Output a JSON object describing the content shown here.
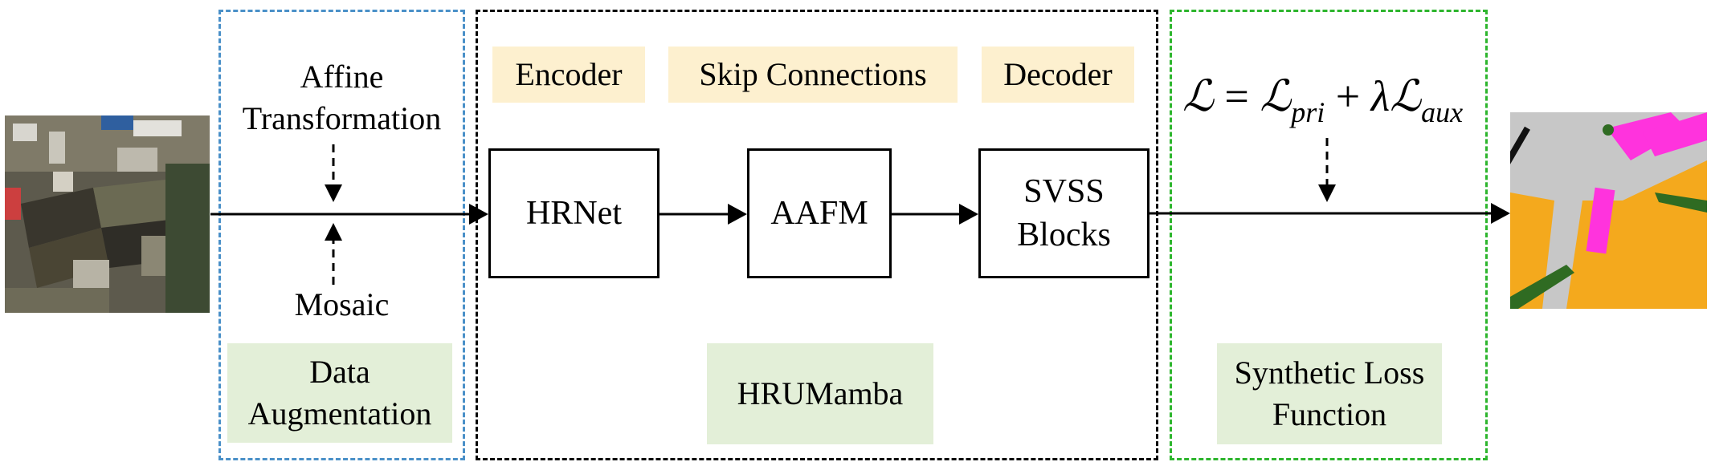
{
  "input_image": {
    "description_icon": "satellite-image-icon"
  },
  "output_image": {
    "description_icon": "segmentation-map-icon"
  },
  "data_augmentation": {
    "top_label": "Affine Transformation",
    "bottom_label": "Mosaic",
    "title": "Data Augmentation"
  },
  "model": {
    "tags": {
      "encoder": "Encoder",
      "skip": "Skip Connections",
      "decoder": "Decoder"
    },
    "blocks": {
      "hrnet": "HRNet",
      "aafm": "AAFM",
      "svss_line1": "SVSS",
      "svss_line2": "Blocks"
    },
    "title": "HRUMamba"
  },
  "loss": {
    "formula": {
      "lhs": "ℒ",
      "eq": "=",
      "t1": "ℒ",
      "t1_sub": "pri",
      "plus": "+",
      "lambda": "λ",
      "t2": "ℒ",
      "t2_sub": "aux"
    },
    "title_line1": "Synthetic Loss",
    "title_line2": "Function"
  },
  "colors": {
    "augmentation_border": "#4a90c8",
    "model_border": "#000000",
    "loss_border": "#2db52d",
    "tag_fill": "#fdf0cf",
    "title_fill": "#e3efd8"
  }
}
